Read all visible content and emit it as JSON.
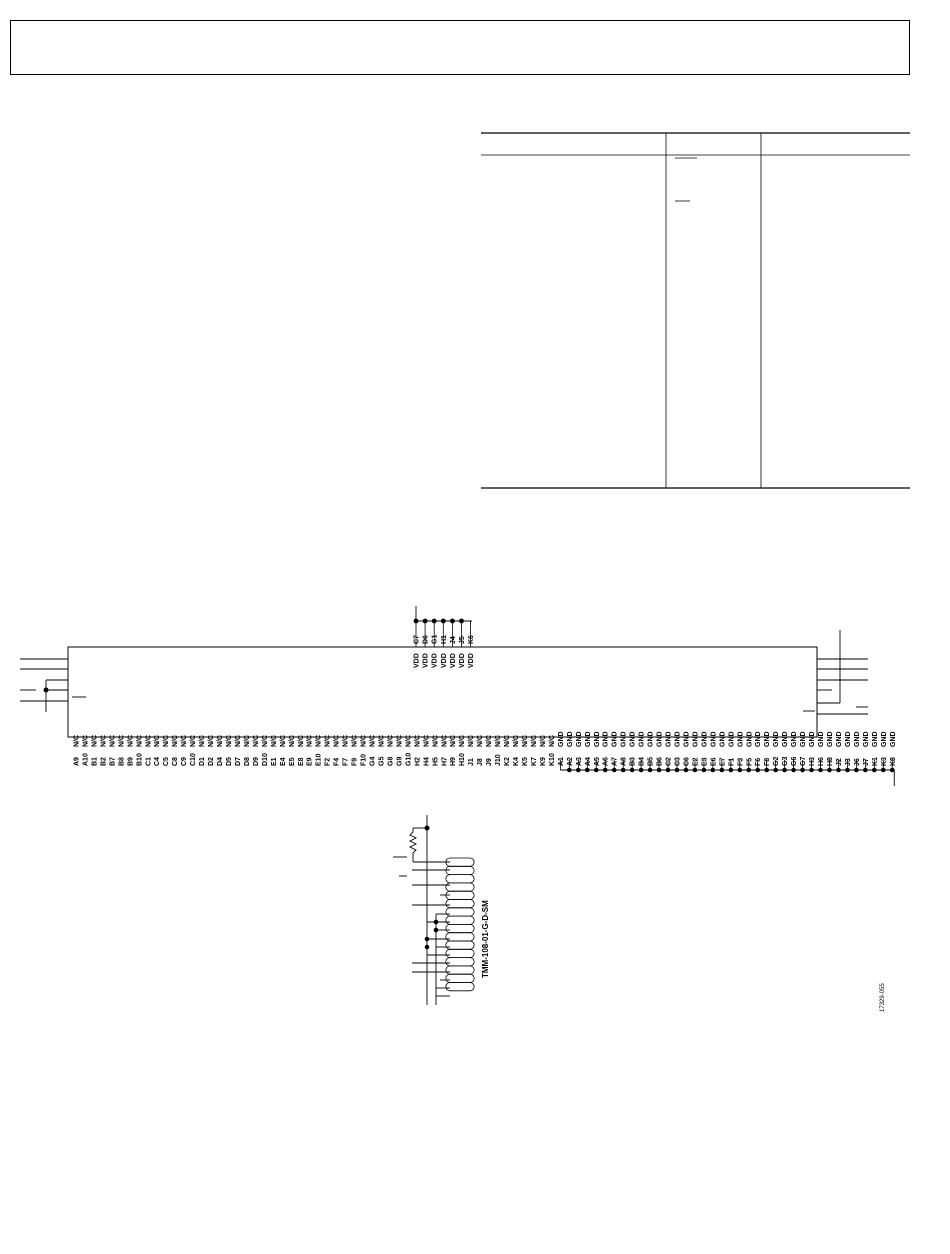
{
  "connector": {
    "part_number": "TMM-108-01-G-D-SM"
  },
  "figure_id": "17329-055",
  "vdd": {
    "pins": [
      "C7",
      "D6",
      "G1",
      "H1",
      "J4",
      "J5",
      "K6"
    ],
    "label": "VDD"
  },
  "nc": {
    "pins": [
      "A9",
      "A10",
      "B1",
      "B2",
      "B7",
      "B8",
      "B9",
      "B10",
      "C1",
      "C4",
      "C5",
      "C8",
      "C9",
      "C10",
      "D1",
      "D2",
      "D4",
      "D5",
      "D7",
      "D8",
      "D9",
      "D10",
      "E1",
      "E4",
      "E5",
      "E8",
      "E9",
      "E10",
      "F2",
      "F4",
      "F7",
      "F9",
      "F10",
      "G4",
      "G5",
      "G8",
      "G9",
      "G10",
      "H2",
      "H4",
      "H5",
      "H7",
      "H9",
      "H10",
      "J1",
      "J8",
      "J9",
      "J10",
      "K2",
      "K4",
      "K5",
      "K7",
      "K9",
      "K10"
    ],
    "label": "N/C"
  },
  "gnd": {
    "pins": [
      "A1",
      "A2",
      "A3",
      "A4",
      "A5",
      "A6",
      "A7",
      "A8",
      "B3",
      "B4",
      "B5",
      "B6",
      "C2",
      "C3",
      "C6",
      "E2",
      "E3",
      "E6",
      "E7",
      "F1",
      "F3",
      "F5",
      "F6",
      "F8",
      "G2",
      "G3",
      "G6",
      "G7",
      "H3",
      "H6",
      "H8",
      "J2",
      "J3",
      "J6",
      "J7",
      "K1",
      "K3",
      "K8"
    ],
    "label": "GND"
  }
}
